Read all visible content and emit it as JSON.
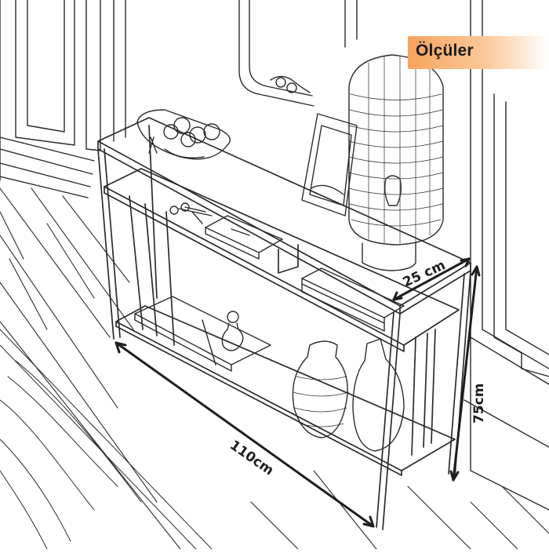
{
  "badge": {
    "label": "Ölçüler"
  },
  "dimensions": {
    "width": "110cm",
    "depth": "25 cm",
    "height": "75cm"
  },
  "colors": {
    "badge_accent": "#f7a35c",
    "line": "#2b2b2b"
  }
}
